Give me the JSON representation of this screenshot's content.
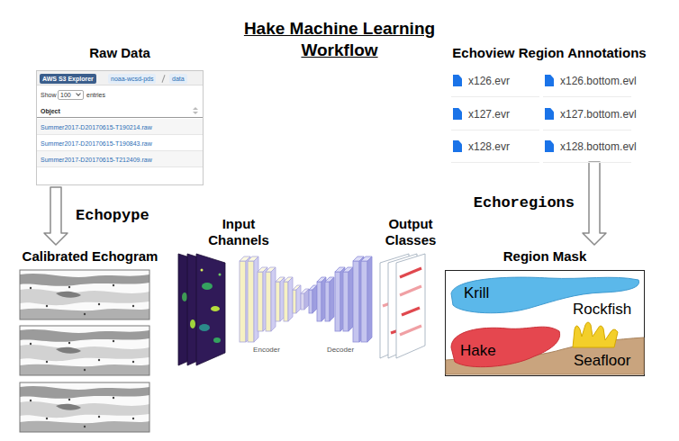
{
  "diagram": {
    "title": "Hake Machine Learning Workflow",
    "nodes": [
      {
        "text": [
          "Raw Data",
          "AWS S3 Explorer",
          "noaa-wcsd-pds",
          "data",
          "Show",
          "100",
          "entries",
          "Object",
          "Summer2017-D20170615-T190214.raw",
          "Summer2017-D20170615-T190843.raw",
          "Summer2017-D20170615-T212409.raw"
        ]
      },
      {
        "text": [
          "Echoview Region Annotations",
          "x126.evr",
          "x126.bottom.evl",
          "x127.evr",
          "x127.bottom.evl",
          "x128.evr",
          "x128.bottom.evl"
        ]
      },
      {
        "text": [
          "Calibrated Echogram"
        ]
      },
      {
        "text": [
          "Input Channels"
        ]
      },
      {
        "text": [
          "Encoder",
          "Decoder"
        ]
      },
      {
        "text": [
          "Output Classes"
        ]
      },
      {
        "text": [
          "Region Mask"
        ]
      },
      {
        "text": [
          "Krill"
        ],
        "in": 6
      },
      {
        "text": [
          "Rockfish"
        ],
        "in": 6
      },
      {
        "text": [
          "Hake"
        ],
        "in": 6
      },
      {
        "text": [
          "Seafloor"
        ],
        "in": 6
      }
    ],
    "edges": [
      {
        "from": 0,
        "to": 2,
        "arrow": "to",
        "label": "Echopype"
      },
      {
        "from": 1,
        "to": 6,
        "arrow": "to",
        "label": "Echoregions"
      }
    ]
  }
}
